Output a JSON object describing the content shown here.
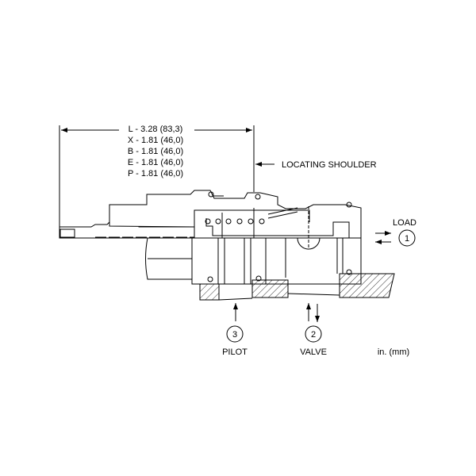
{
  "dimensions": [
    "L - 3.28 (83,3)",
    "X - 1.81 (46,0)",
    "B - 1.81 (46,0)",
    "E - 1.81 (46,0)",
    "P - 1.81 (46,0)"
  ],
  "labels": {
    "locating_shoulder": "LOCATING SHOULDER",
    "load": "LOAD",
    "pilot": "PILOT",
    "valve": "VALVE",
    "units": "in. (mm)"
  },
  "ports": {
    "load": "1",
    "valve": "2",
    "pilot": "3"
  }
}
